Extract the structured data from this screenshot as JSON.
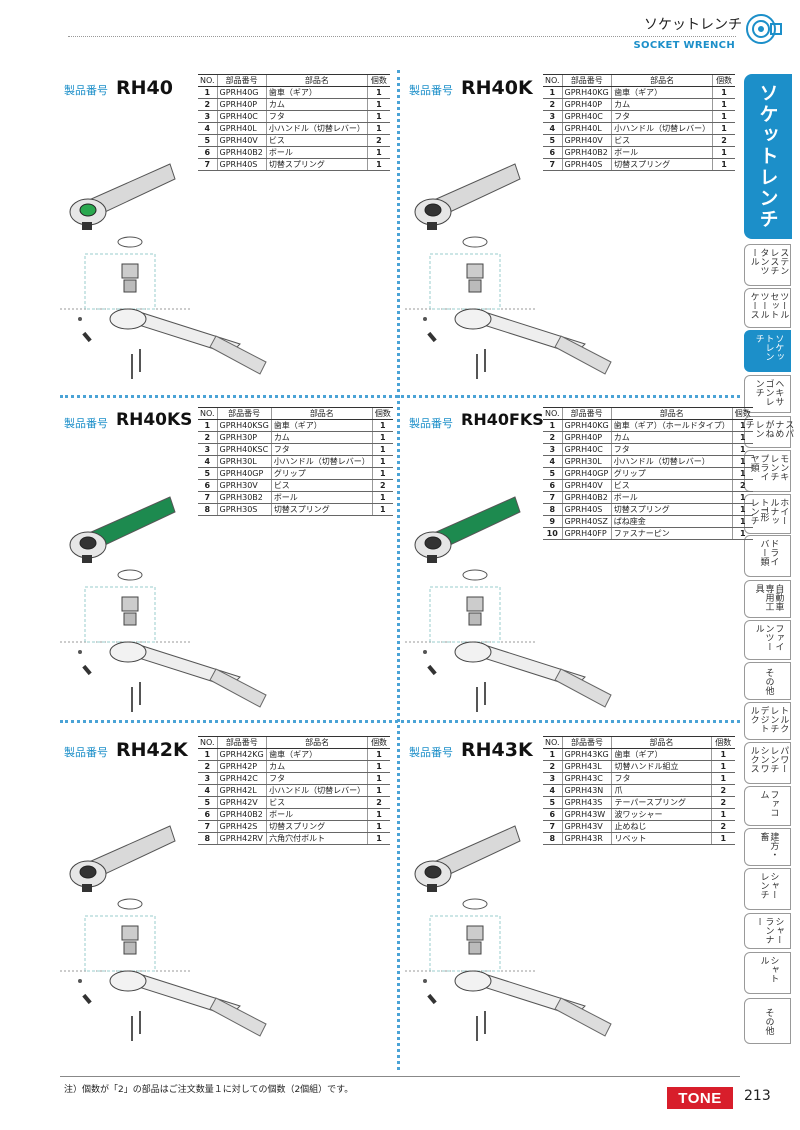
{
  "header": {
    "title": "ソケットレンチ",
    "subtitle": "SOCKET WRENCH"
  },
  "side_main": "ソケットレンチ",
  "side_tabs": [
    {
      "label": "ステンレスチタンツール",
      "active": false
    },
    {
      "label": "ツールセットツールケース",
      "active": false
    },
    {
      "label": "ソケットレンチ",
      "active": true
    },
    {
      "label": "ヘキサゴンレンチ",
      "active": false
    },
    {
      "label": "スパナめがねレンチ",
      "active": false
    },
    {
      "label": "モンキレンチプライヤ類",
      "active": false
    },
    {
      "label": "ホイールナットT形レンチ",
      "active": false
    },
    {
      "label": "ドライバー類",
      "active": false
    },
    {
      "label": "自動車専用工具",
      "active": false
    },
    {
      "label": "ファインツール",
      "active": false
    },
    {
      "label": "その他",
      "active": false
    },
    {
      "label": "トルクレンチデジトルク",
      "active": false
    },
    {
      "label": "パワーレンチシンワルクス",
      "active": false
    },
    {
      "label": "ファコム",
      "active": false
    },
    {
      "label": "建方・畜",
      "active": false
    },
    {
      "label": "シャーレンチ",
      "active": false
    },
    {
      "label": "シャーランナー",
      "active": false
    },
    {
      "label": "シャトル",
      "active": false
    },
    {
      "label": "その他",
      "active": false
    }
  ],
  "columns": {
    "no": "NO.",
    "part_no": "部品番号",
    "part_name": "部品名",
    "qty": "個数"
  },
  "prod_label": "製品番号",
  "products": [
    {
      "code": "RH40",
      "rows": [
        [
          "1",
          "GPRH40G",
          "歯車（ギア）",
          "1"
        ],
        [
          "2",
          "GPRH40P",
          "カム",
          "1"
        ],
        [
          "3",
          "GPRH40C",
          "フタ",
          "1"
        ],
        [
          "4",
          "GPRH40L",
          "小ハンドル（切替レバー）",
          "1"
        ],
        [
          "5",
          "GPRH40V",
          "ビス",
          "2"
        ],
        [
          "6",
          "GPRH40B2",
          "ボール",
          "1"
        ],
        [
          "7",
          "GPRH40S",
          "切替スプリング",
          "1"
        ]
      ]
    },
    {
      "code": "RH40K",
      "rows": [
        [
          "1",
          "GPRH40KG",
          "歯車（ギア）",
          "1"
        ],
        [
          "2",
          "GPRH40P",
          "カム",
          "1"
        ],
        [
          "3",
          "GPRH40C",
          "フタ",
          "1"
        ],
        [
          "4",
          "GPRH40L",
          "小ハンドル（切替レバー）",
          "1"
        ],
        [
          "5",
          "GPRH40V",
          "ビス",
          "2"
        ],
        [
          "6",
          "GPRH40B2",
          "ボール",
          "1"
        ],
        [
          "7",
          "GPRH40S",
          "切替スプリング",
          "1"
        ]
      ]
    },
    {
      "code": "RH40KS",
      "rows": [
        [
          "1",
          "GPRH40KSG",
          "歯車（ギア）",
          "1"
        ],
        [
          "2",
          "GPRH30P",
          "カム",
          "1"
        ],
        [
          "3",
          "GPRH40KSC",
          "フタ",
          "1"
        ],
        [
          "4",
          "GPRH30L",
          "小ハンドル（切替レバー）",
          "1"
        ],
        [
          "5",
          "GPRH40GP",
          "グリップ",
          "1"
        ],
        [
          "6",
          "GPRH30V",
          "ビス",
          "2"
        ],
        [
          "7",
          "GPRH30B2",
          "ボール",
          "1"
        ],
        [
          "8",
          "GPRH30S",
          "切替スプリング",
          "1"
        ]
      ]
    },
    {
      "code": "RH40FKS",
      "rows": [
        [
          "1",
          "GPRH40KG",
          "歯車（ギア）（ホールドタイプ）",
          "1"
        ],
        [
          "2",
          "GPRH40P",
          "カム",
          "1"
        ],
        [
          "3",
          "GPRH40C",
          "フタ",
          "1"
        ],
        [
          "4",
          "GPRH30L",
          "小ハンドル（切替レバー）",
          "1"
        ],
        [
          "5",
          "GPRH40GP",
          "グリップ",
          "1"
        ],
        [
          "6",
          "GPRH40V",
          "ビス",
          "2"
        ],
        [
          "7",
          "GPRH40B2",
          "ボール",
          "1"
        ],
        [
          "8",
          "GPRH40S",
          "切替スプリング",
          "1"
        ],
        [
          "9",
          "GPRH40SZ",
          "ばね座金",
          "1"
        ],
        [
          "10",
          "GPRH40FP",
          "ファスナーピン",
          "1"
        ]
      ]
    },
    {
      "code": "RH42K",
      "rows": [
        [
          "1",
          "GPRH42KG",
          "歯車（ギア）",
          "1"
        ],
        [
          "2",
          "GPRH42P",
          "カム",
          "1"
        ],
        [
          "3",
          "GPRH42C",
          "フタ",
          "1"
        ],
        [
          "4",
          "GPRH42L",
          "小ハンドル（切替レバー）",
          "1"
        ],
        [
          "5",
          "GPRH42V",
          "ビス",
          "2"
        ],
        [
          "6",
          "GPRH40B2",
          "ボール",
          "1"
        ],
        [
          "7",
          "GPRH42S",
          "切替スプリング",
          "1"
        ],
        [
          "8",
          "GPRH42RV",
          "六角穴付ボルト",
          "1"
        ]
      ]
    },
    {
      "code": "RH43K",
      "rows": [
        [
          "1",
          "GPRH43KG",
          "歯車（ギア）",
          "1"
        ],
        [
          "2",
          "GPRH43L",
          "切替ハンドル組立",
          "1"
        ],
        [
          "3",
          "GPRH43C",
          "フタ",
          "1"
        ],
        [
          "4",
          "GPRH43N",
          "爪",
          "2"
        ],
        [
          "5",
          "GPRH43S",
          "テーパースプリング",
          "2"
        ],
        [
          "6",
          "GPRH43W",
          "波ワッシャー",
          "1"
        ],
        [
          "7",
          "GPRH43V",
          "止めねじ",
          "2"
        ],
        [
          "8",
          "GPRH43R",
          "リベット",
          "1"
        ]
      ]
    }
  ],
  "footnote": "注）個数が「2」の部品はご注文数量１に対しての個数（2個組）です。",
  "brand": "TONE",
  "page_number": "213"
}
